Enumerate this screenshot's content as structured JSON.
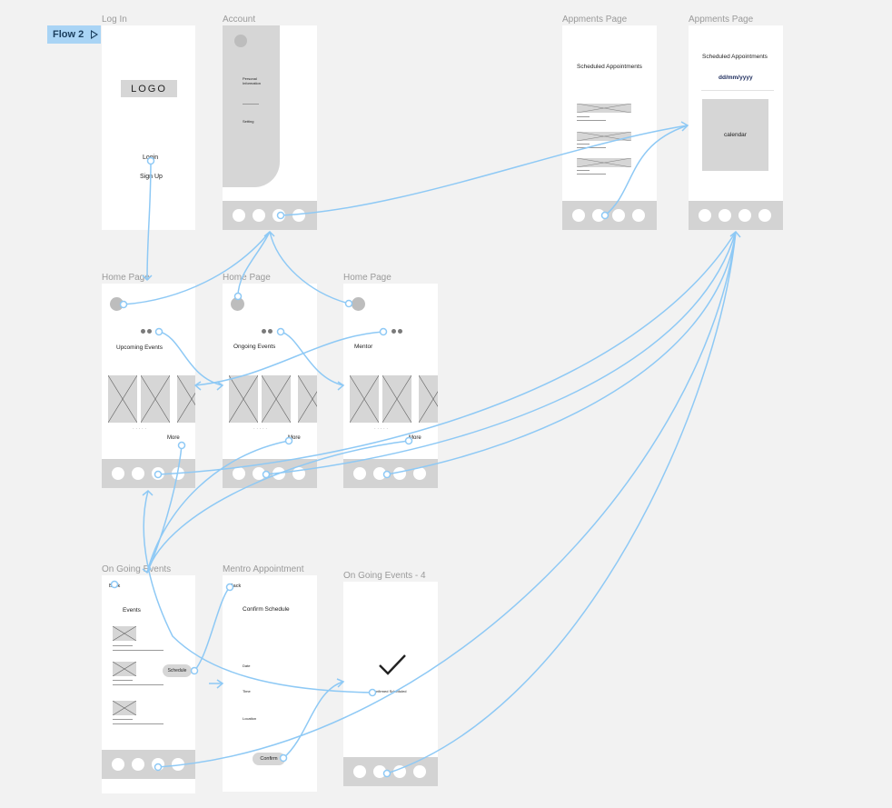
{
  "flow": {
    "label": "Flow 2",
    "icon": "play-icon"
  },
  "frames": {
    "login": {
      "title": "Log In",
      "logo": "LOGO",
      "login": "Login",
      "signup": "Sign Up"
    },
    "account": {
      "title": "Account",
      "personal": "Personal Information",
      "line": "______",
      "setting": "Setting"
    },
    "appointments1": {
      "title": "Appments Page",
      "heading": "Scheduled Appointments"
    },
    "appointments2": {
      "title": "Appments Page",
      "heading": "Scheduled Appointments",
      "date": "dd/mm/yyyy",
      "calendar": "calendar"
    },
    "home1": {
      "title": "Home Page",
      "heading": "Upcoming Events",
      "more": "More",
      "pager": ". . . . ."
    },
    "home2": {
      "title": "Home Page",
      "heading": "Ongoing Events",
      "more": "More",
      "pager": ". . . . ."
    },
    "home3": {
      "title": "Home Page",
      "heading": "Mentor",
      "more": "More",
      "pager": ". . . . ."
    },
    "ongoing": {
      "title": "On Going Events",
      "back": "Back",
      "heading": "Events",
      "schedule": "Schedule"
    },
    "mentor_appt": {
      "title": "Mentro Appointment",
      "back": "Back",
      "heading": "Confirm Schedule",
      "date": "Date",
      "time": "Time",
      "location": "Location",
      "confirm": "Confirm"
    },
    "ongoing4": {
      "title": "On Going Events - 4",
      "confirmed": "Confirmed Scheduled"
    }
  },
  "colors": {
    "canvas": "#f2f2f2",
    "wire": "#8ec9f5",
    "placeholder": "#d6d6d6",
    "badge": "#a9d4f5"
  }
}
